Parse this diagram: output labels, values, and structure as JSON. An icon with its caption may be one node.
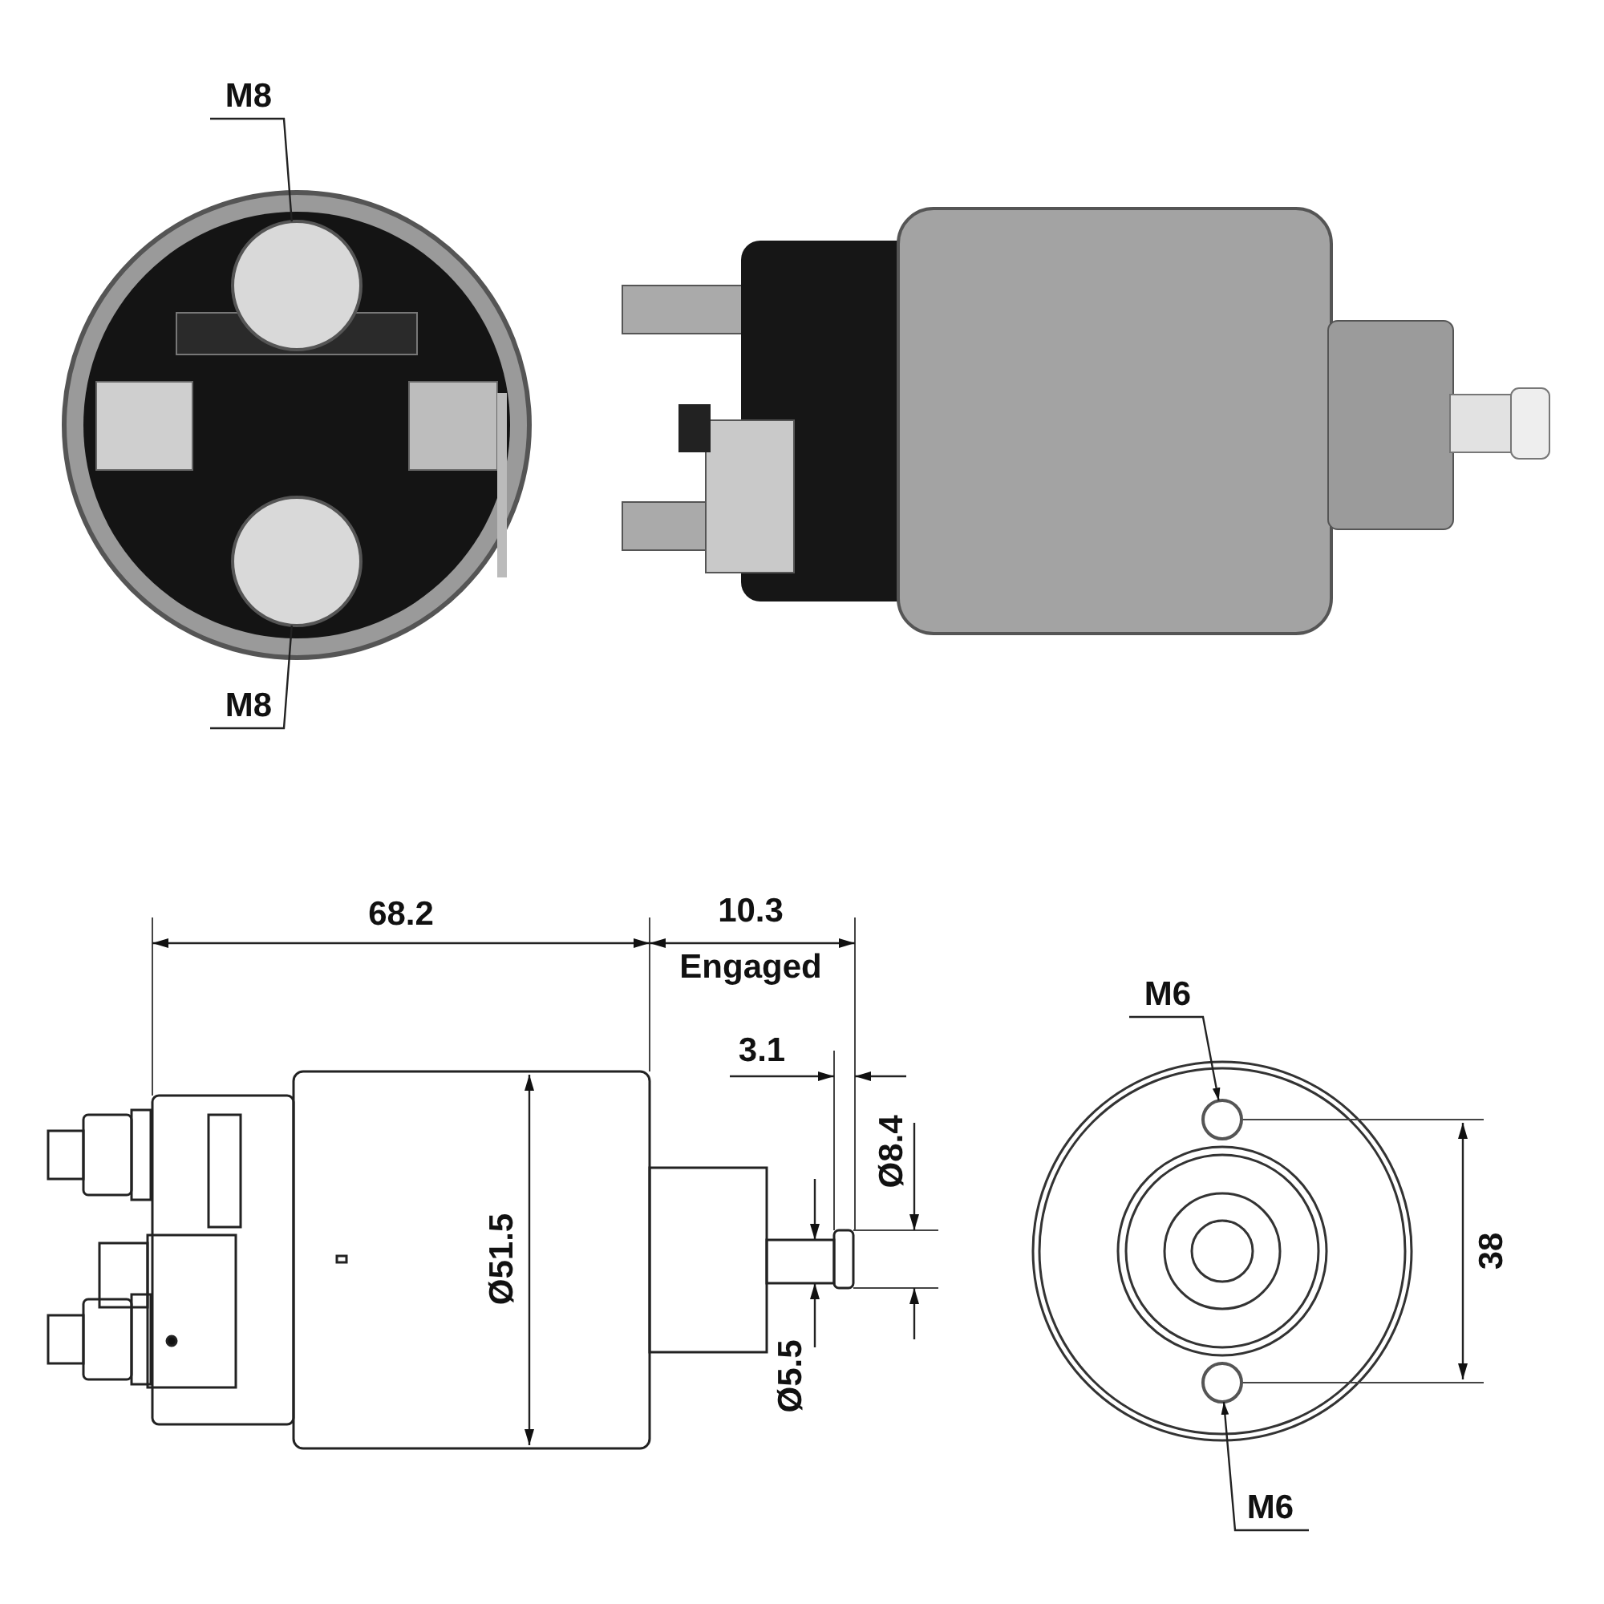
{
  "diagram": {
    "nodes": [
      {
        "text": [
          "M8"
        ]
      },
      {
        "text": [],
        "shape": "circle"
      },
      {
        "text": [
          "M8"
        ]
      },
      {
        "text": [],
        "shape": "circle"
      },
      {
        "text": [
          "M6"
        ]
      },
      {
        "text": [],
        "shape": "circle"
      },
      {
        "text": [
          "M6"
        ]
      },
      {
        "text": [],
        "shape": "circle"
      }
    ],
    "edges": [
      {
        "from": 0,
        "to": 1,
        "arrow": "none"
      },
      {
        "from": 2,
        "to": 3,
        "arrow": "none"
      },
      {
        "from": 4,
        "to": 5,
        "arrow": "to"
      },
      {
        "from": 6,
        "to": 7,
        "arrow": "to"
      }
    ],
    "labels": [
      "68.2",
      "10.3",
      "Engaged",
      "3.1",
      "Ø8.4",
      "Ø51.5",
      "Ø5.5",
      "38"
    ]
  }
}
